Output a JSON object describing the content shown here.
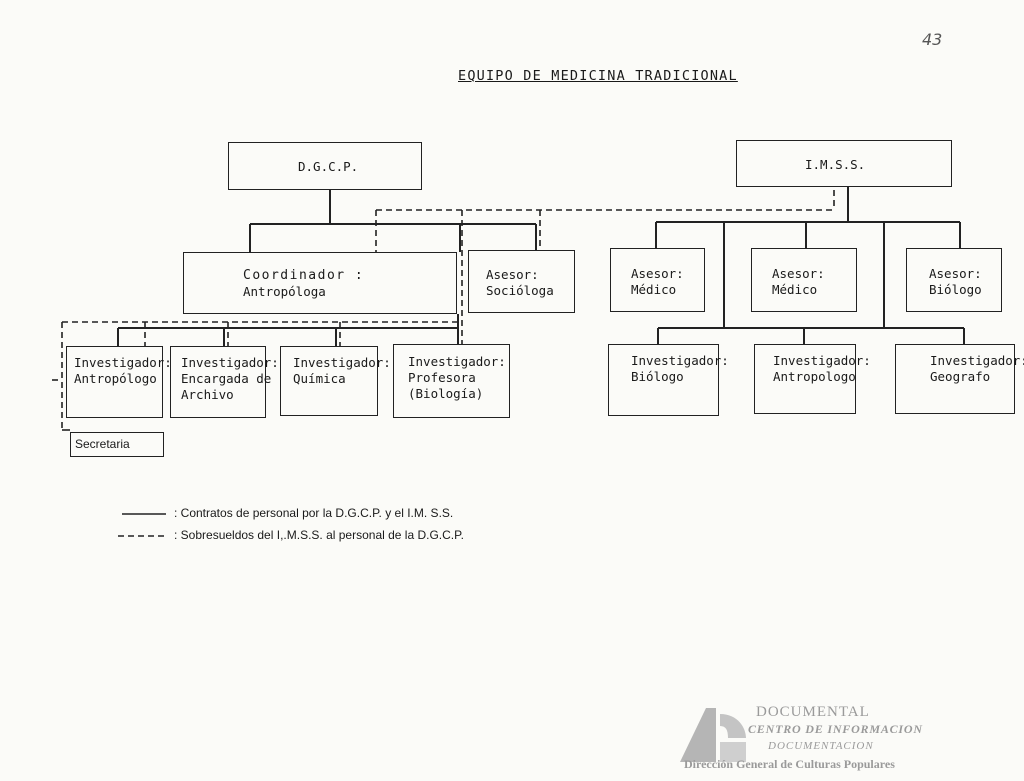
{
  "page_number": "43",
  "title": "EQUIPO DE MEDICINA TRADICIONAL",
  "nodes": {
    "dgcp": "D.G.C.P.",
    "imss": "I.M.S.S.",
    "coordinador": {
      "line1": "Coordinador :",
      "line2": "Antropóloga"
    },
    "asesor_sociologa": {
      "line1": "Asesor:",
      "line2": "Socióloga"
    },
    "asesor_medico_1": {
      "line1": "Asesor:",
      "line2": "Médico"
    },
    "asesor_medico_2": {
      "line1": "Asesor:",
      "line2": "Médico"
    },
    "asesor_biologo": {
      "line1": "Asesor:",
      "line2": "Biólogo"
    },
    "inv_antropologo": {
      "line1": "Investigador:",
      "line2": "Antropólogo"
    },
    "inv_archivo": {
      "line1": "Investigador:",
      "line2": "Encargada de",
      "line3": "Archivo"
    },
    "inv_quimica": {
      "line1": "Investigador:",
      "line2": "Química"
    },
    "inv_profesora": {
      "line1": "Investigador:",
      "line2": "Profesora",
      "line3": "(Biología)"
    },
    "inv_biologo": {
      "line1": "Investigador:",
      "line2": "Biólogo"
    },
    "inv_antropologo_2": {
      "line1": "Investigador:",
      "line2": "Antropologo"
    },
    "inv_geografo": {
      "line1": "Investigador:",
      "line2": "Geografo"
    },
    "secretaria": "Secretaria"
  },
  "legend": {
    "solid": ": Contratos de personal por la D.G.C.P. y el I.M. S.S.",
    "dashed": ": Sobresueldos del I,.M.S.S.  al personal de la D.G.C.P."
  },
  "stamp": {
    "line1": "DOCUMENTAL",
    "line2": "CENTRO DE INFORMACION",
    "line3": "DOCUMENTACION",
    "line4": "Dirección General de Culturas Populares"
  }
}
